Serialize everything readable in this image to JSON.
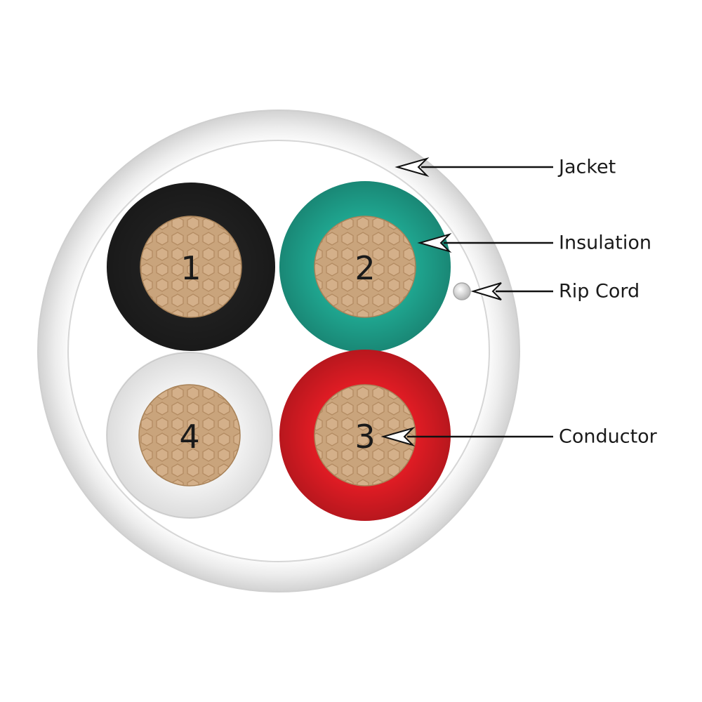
{
  "conductors": [
    {
      "number": "1",
      "insulation_color": "#1f1f1f"
    },
    {
      "number": "2",
      "insulation_color": "#1fa58f"
    },
    {
      "number": "3",
      "insulation_color": "#e01c24"
    },
    {
      "number": "4",
      "insulation_color": "#f2f2f2"
    }
  ],
  "colors": {
    "jacket": "#ededed",
    "copper": "#c9a47c",
    "copper_strand_edge": "#b48c63",
    "rip_cord": "#dcdcdc"
  },
  "callouts": {
    "jacket": "Jacket",
    "insulation": "Insulation",
    "rip_cord": "Rip Cord",
    "conductor": "Conductor"
  }
}
